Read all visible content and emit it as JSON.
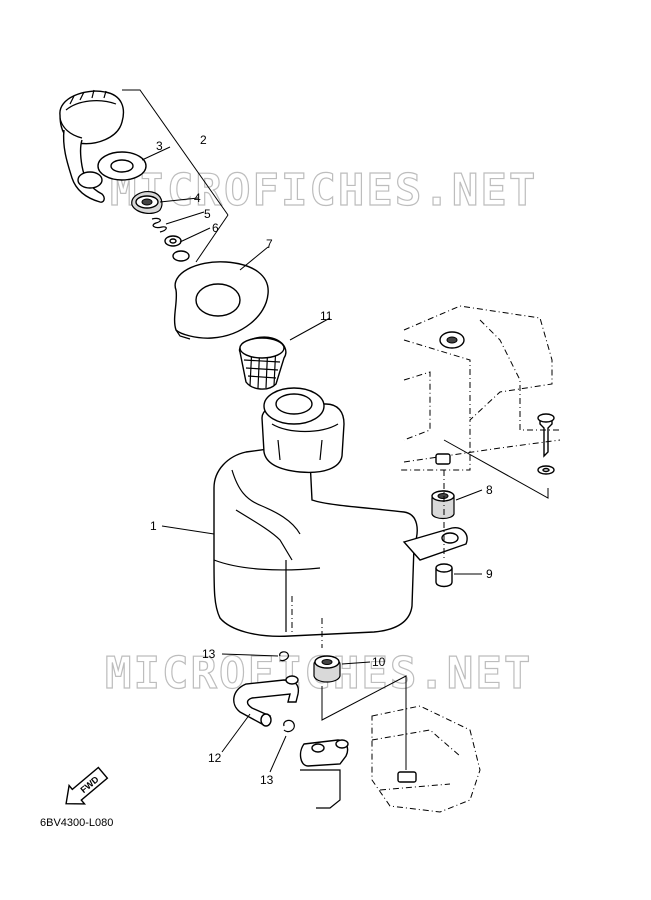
{
  "watermarks": [
    "MICROFICHES.NET",
    "MICROFICHES.NET"
  ],
  "callouts": {
    "c1": "1",
    "c2": "2",
    "c3": "3",
    "c4": "4",
    "c5": "5",
    "c6": "6",
    "c7": "7",
    "c8": "8",
    "c9": "9",
    "c10": "10",
    "c11": "11",
    "c12": "12",
    "c13a": "13",
    "c13b": "13"
  },
  "fwd_label": "FWD",
  "drawing_code": "6BV4300-L080"
}
